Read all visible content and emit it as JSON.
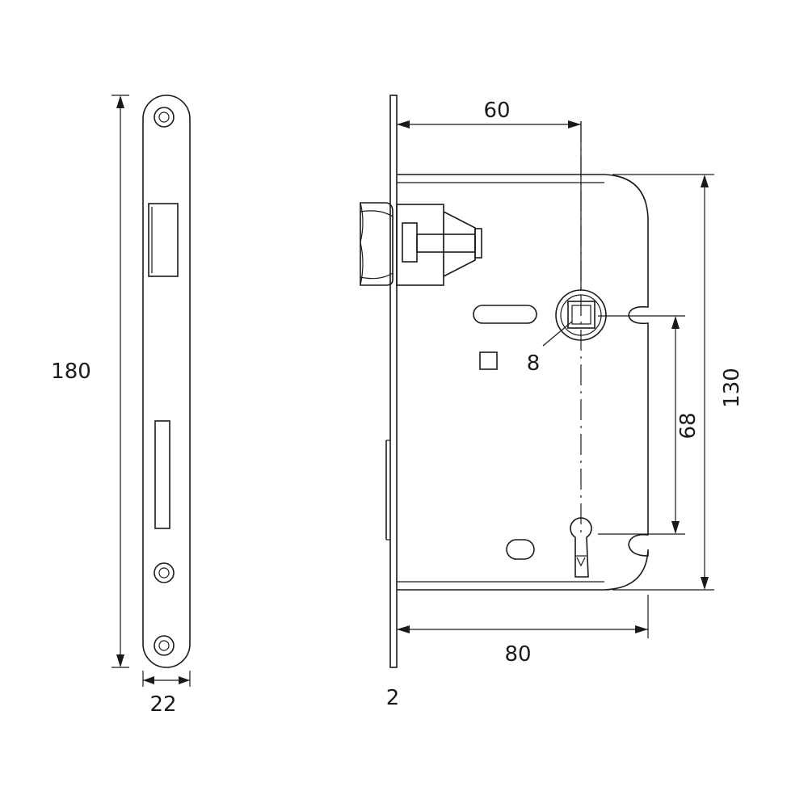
{
  "dimensions": {
    "faceplate_height": "180",
    "faceplate_width": "22",
    "plate_thickness": "2",
    "backset": "60",
    "handle_square": "8",
    "centre_distance": "68",
    "case_height": "130",
    "case_depth": "80"
  }
}
